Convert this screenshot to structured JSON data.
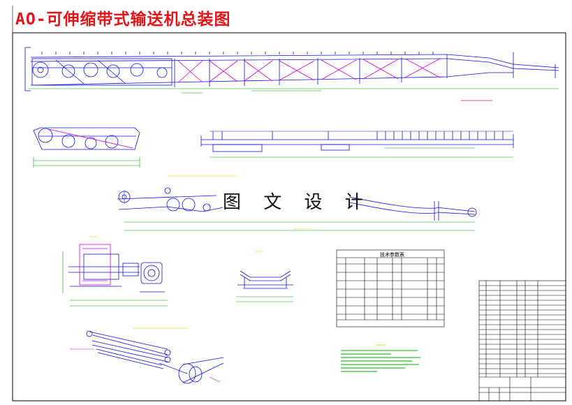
{
  "title": "AO-可伸缩带式输送机总装图",
  "watermark": "图 文 设 计",
  "colors": {
    "title": "#e4141b",
    "line_magenta": "#d400d4",
    "line_blue": "#1010e0",
    "line_green": "#00aa00",
    "line_cyan": "#00b8b8",
    "line_yellow": "#e6cc00",
    "text_black": "#000000"
  },
  "spec_table": {
    "title": "技术参数表"
  }
}
